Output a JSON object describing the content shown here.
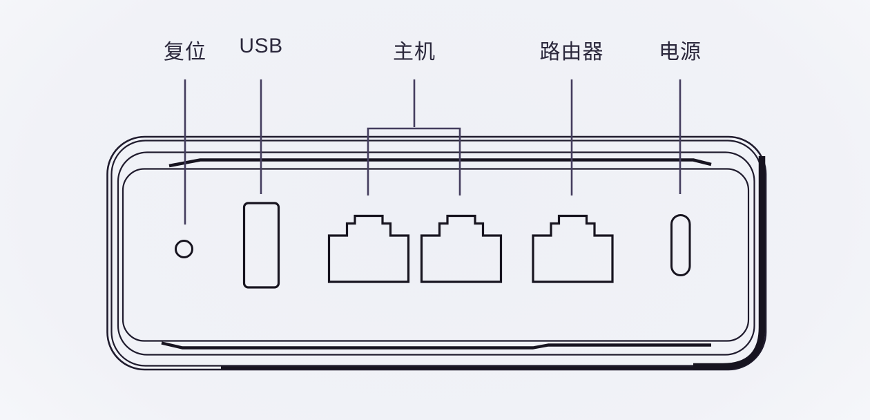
{
  "diagram": {
    "type": "device-rear-panel-port-diagram",
    "labels": [
      {
        "id": "reset",
        "text": "复位",
        "points_to": "reset-pinhole"
      },
      {
        "id": "usb",
        "text": "USB",
        "points_to": "usb-port"
      },
      {
        "id": "host",
        "text": "主机",
        "points_to": "host-ethernet-ports"
      },
      {
        "id": "router",
        "text": "路由器",
        "points_to": "router-ethernet-port"
      },
      {
        "id": "power",
        "text": "电源",
        "points_to": "power-port"
      }
    ],
    "ports": [
      {
        "id": "reset-pinhole",
        "shape": "small-circle"
      },
      {
        "id": "usb-port",
        "shape": "vertical-rectangle"
      },
      {
        "id": "host-ethernet-port-1",
        "shape": "rj45-jack"
      },
      {
        "id": "host-ethernet-port-2",
        "shape": "rj45-jack"
      },
      {
        "id": "router-ethernet-port",
        "shape": "rj45-jack"
      },
      {
        "id": "power-port",
        "shape": "vertical-pill"
      }
    ],
    "colors": {
      "background": "#f1f2f7",
      "device_outline": "#201c2e",
      "shadow_edge": "#171420",
      "leader_line": "#443d5e",
      "label_text": "#2b283c"
    }
  }
}
